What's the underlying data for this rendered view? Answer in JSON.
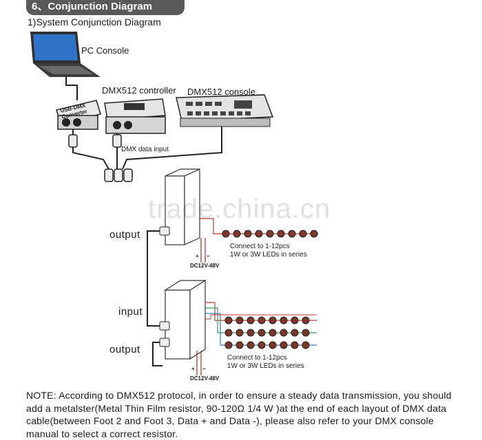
{
  "header": {
    "section_title": "6、Conjunction Diagram",
    "subtitle": "1)System Conjunction Diagram"
  },
  "devices": {
    "pc_console": "PC Console",
    "usb_dmx_converter": "USB-DMX Converter",
    "dmx512_controller": "DMX512 controller",
    "dmx512_console": "DMX512 console"
  },
  "labels": {
    "dmx_data_input": "DMX data input",
    "output_top": "output",
    "input": "input",
    "output_bottom": "output",
    "power_top": "DC12V-48V",
    "power_bottom": "DC12V-48V",
    "plus": "+",
    "minus": "−",
    "leds_top_line1": "Connect to 1-12pcs",
    "leds_top_line2": "1W or 3W LEDs in series",
    "leds_bottom_line1": "Connect to 1-12pcs",
    "leds_bottom_line2": "1W or 3W LEDs in series"
  },
  "watermark": "trade.china.cn",
  "note": "NOTE: According to DMX512 protocol, in order to ensure a steady data transmission, you should add a metalster(Metal Thin Film resistor, 90-120Ω  1/4 W )at the end of each layout of DMX data cable(between Foot 2 and Foot 3, Data + and Data -), please also refer to your DMX console manual to select a correct resistor.",
  "colors": {
    "header_bg": "#5a5a5a",
    "wire_red": "#c0392b",
    "wire_blue": "#2f7fbf",
    "wire_green": "#2e9e5b",
    "led": "#7a3b2e"
  }
}
